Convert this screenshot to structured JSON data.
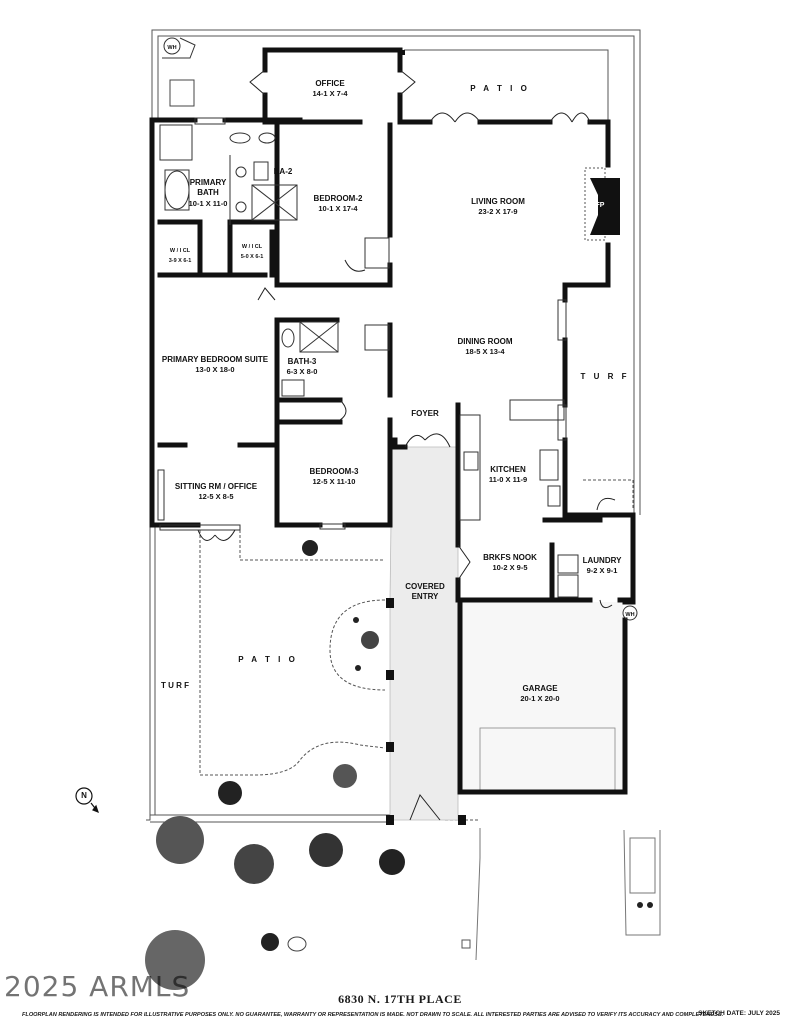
{
  "plan": {
    "address": "6830 N. 17TH PLACE",
    "disclaimer": "FLOORPLAN RENDERING IS INTENDED FOR ILLUSTRATIVE PURPOSES ONLY.  NO GUARANTEE, WARRANTY OR REPRESENTATION IS MADE.  NOT DRAWN TO SCALE.  ALL INTERESTED PARTIES ARE ADVISED TO VERIFY ITS ACCURACY AND COMPLETENESS.",
    "sketch_date": "SKETCH DATE:  JULY 2025",
    "watermark": "2025 ARMLS",
    "north": "N",
    "wall_color": "#111111",
    "covered_entry_fill": "#ececec"
  },
  "rooms": {
    "office": {
      "name": "OFFICE",
      "dims": "14-1  X  7-4"
    },
    "primary_bath": {
      "name": "PRIMARY\nBATH",
      "dims": "10-1  X  11-0"
    },
    "ba2": {
      "name": "BA-2",
      "dims": ""
    },
    "bedroom2": {
      "name": "BEDROOM-2",
      "dims": "10-1  X  17-4"
    },
    "living": {
      "name": "LIVING ROOM",
      "dims": "23-2  X  17-9"
    },
    "fp": {
      "name": "FP"
    },
    "wicl1": {
      "name": "W / I  CL",
      "dims": "3-9 X 6-1"
    },
    "wicl2": {
      "name": "W / I  CL",
      "dims": "5-0 X 6-1"
    },
    "bath3": {
      "name": "BATH-3",
      "dims": "6-3  X  8-0"
    },
    "dining": {
      "name": "DINING ROOM",
      "dims": "18-5  X  13-4"
    },
    "primary_suite": {
      "name": "PRIMARY BEDROOM SUITE",
      "dims": "13-0  X  18-0"
    },
    "foyer": {
      "name": "FOYER"
    },
    "kitchen": {
      "name": "KITCHEN",
      "dims": "11-0  X  11-9"
    },
    "sitting": {
      "name": "SITTING RM / OFFICE",
      "dims": "12-5  X  8-5"
    },
    "bedroom3": {
      "name": "BEDROOM-3",
      "dims": "12-5  X  11-10"
    },
    "brkfs": {
      "name": "BRKFS NOOK",
      "dims": "10-2  X  9-5"
    },
    "laundry": {
      "name": "LAUNDRY",
      "dims": "9-2  X  9-1"
    },
    "covered_entry": {
      "name": "COVERED\nENTRY"
    },
    "garage": {
      "name": "GARAGE",
      "dims": "20-1  X  20-0"
    }
  },
  "outdoor": {
    "patio_top": "P A T I O",
    "turf_right": "T U R F",
    "patio_left": "P A T I O",
    "turf_left": "T U R F",
    "wh": "WH"
  }
}
